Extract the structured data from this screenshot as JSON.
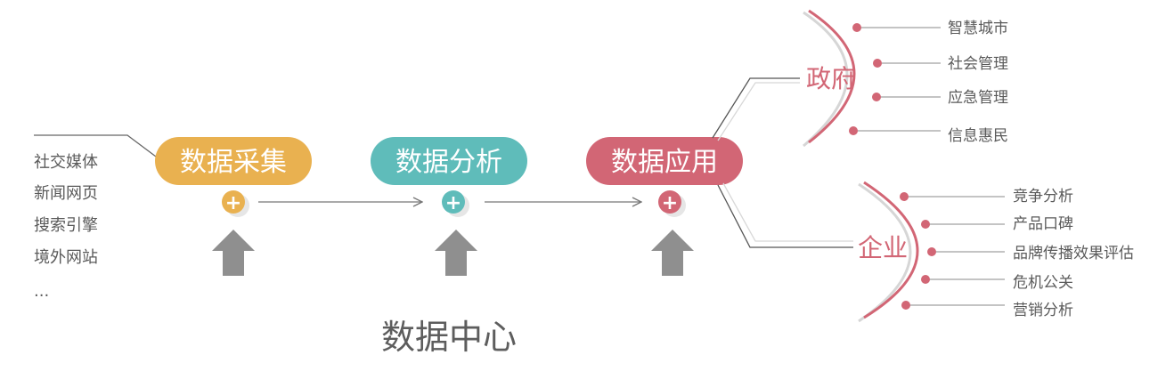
{
  "sources": [
    "社交媒体",
    "新闻网页",
    "搜索引擎",
    "境外网站",
    "..."
  ],
  "stages": [
    {
      "label": "数据采集",
      "color": "#E9B150"
    },
    {
      "label": "数据分析",
      "color": "#5FBCBA"
    },
    {
      "label": "数据应用",
      "color": "#D26675"
    }
  ],
  "plus_symbol": "+",
  "center_label": "数据中心",
  "branches": {
    "government": {
      "label": "政府",
      "items": [
        "智慧城市",
        "社会管理",
        "应急管理",
        "信息惠民"
      ]
    },
    "enterprise": {
      "label": "企业",
      "items": [
        "竞争分析",
        "产品口碑",
        "品牌传播效果评估",
        "危机公关",
        "营销分析"
      ]
    }
  },
  "colors": {
    "accent": "#D26675",
    "arrow_gray": "#8F8F8F",
    "line_gray": "#666666",
    "arc_gray": "#CFCFCF",
    "text_gray": "#5A5A5A"
  }
}
